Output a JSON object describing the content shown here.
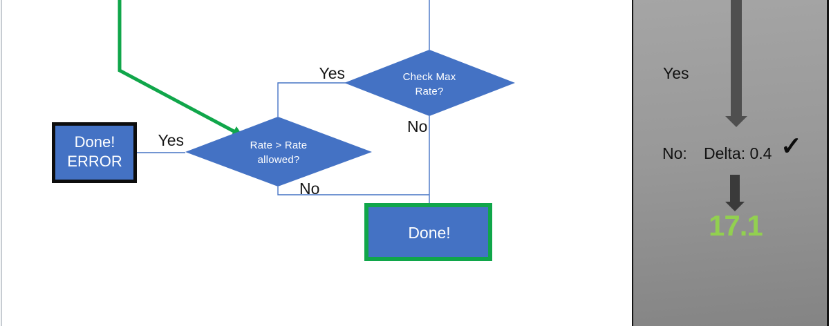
{
  "colors": {
    "shape_blue": "#4472C4",
    "connector_blue": "#4472C4",
    "green": "#10A64A",
    "result_green": "#92D050",
    "arrow_gray": "#4F4F4F",
    "arrow_dark_gray": "#3A3A3A"
  },
  "flowchart": {
    "check_max_diamond": {
      "line1": "Check Max",
      "line2": "Rate?",
      "yes_label": "Yes",
      "no_label": "No"
    },
    "rate_diamond": {
      "line1": "Rate > Rate",
      "line2": "allowed?",
      "yes_label": "Yes",
      "no_label": "No"
    },
    "done_error_box": {
      "line1": "Done!",
      "line2": "ERROR"
    },
    "done_box": {
      "label": "Done!"
    }
  },
  "panel": {
    "yes_label": "Yes",
    "no_label": "No:",
    "delta_text": "Delta: 0.4",
    "check_icon": "✓",
    "result_value": "17.1"
  }
}
